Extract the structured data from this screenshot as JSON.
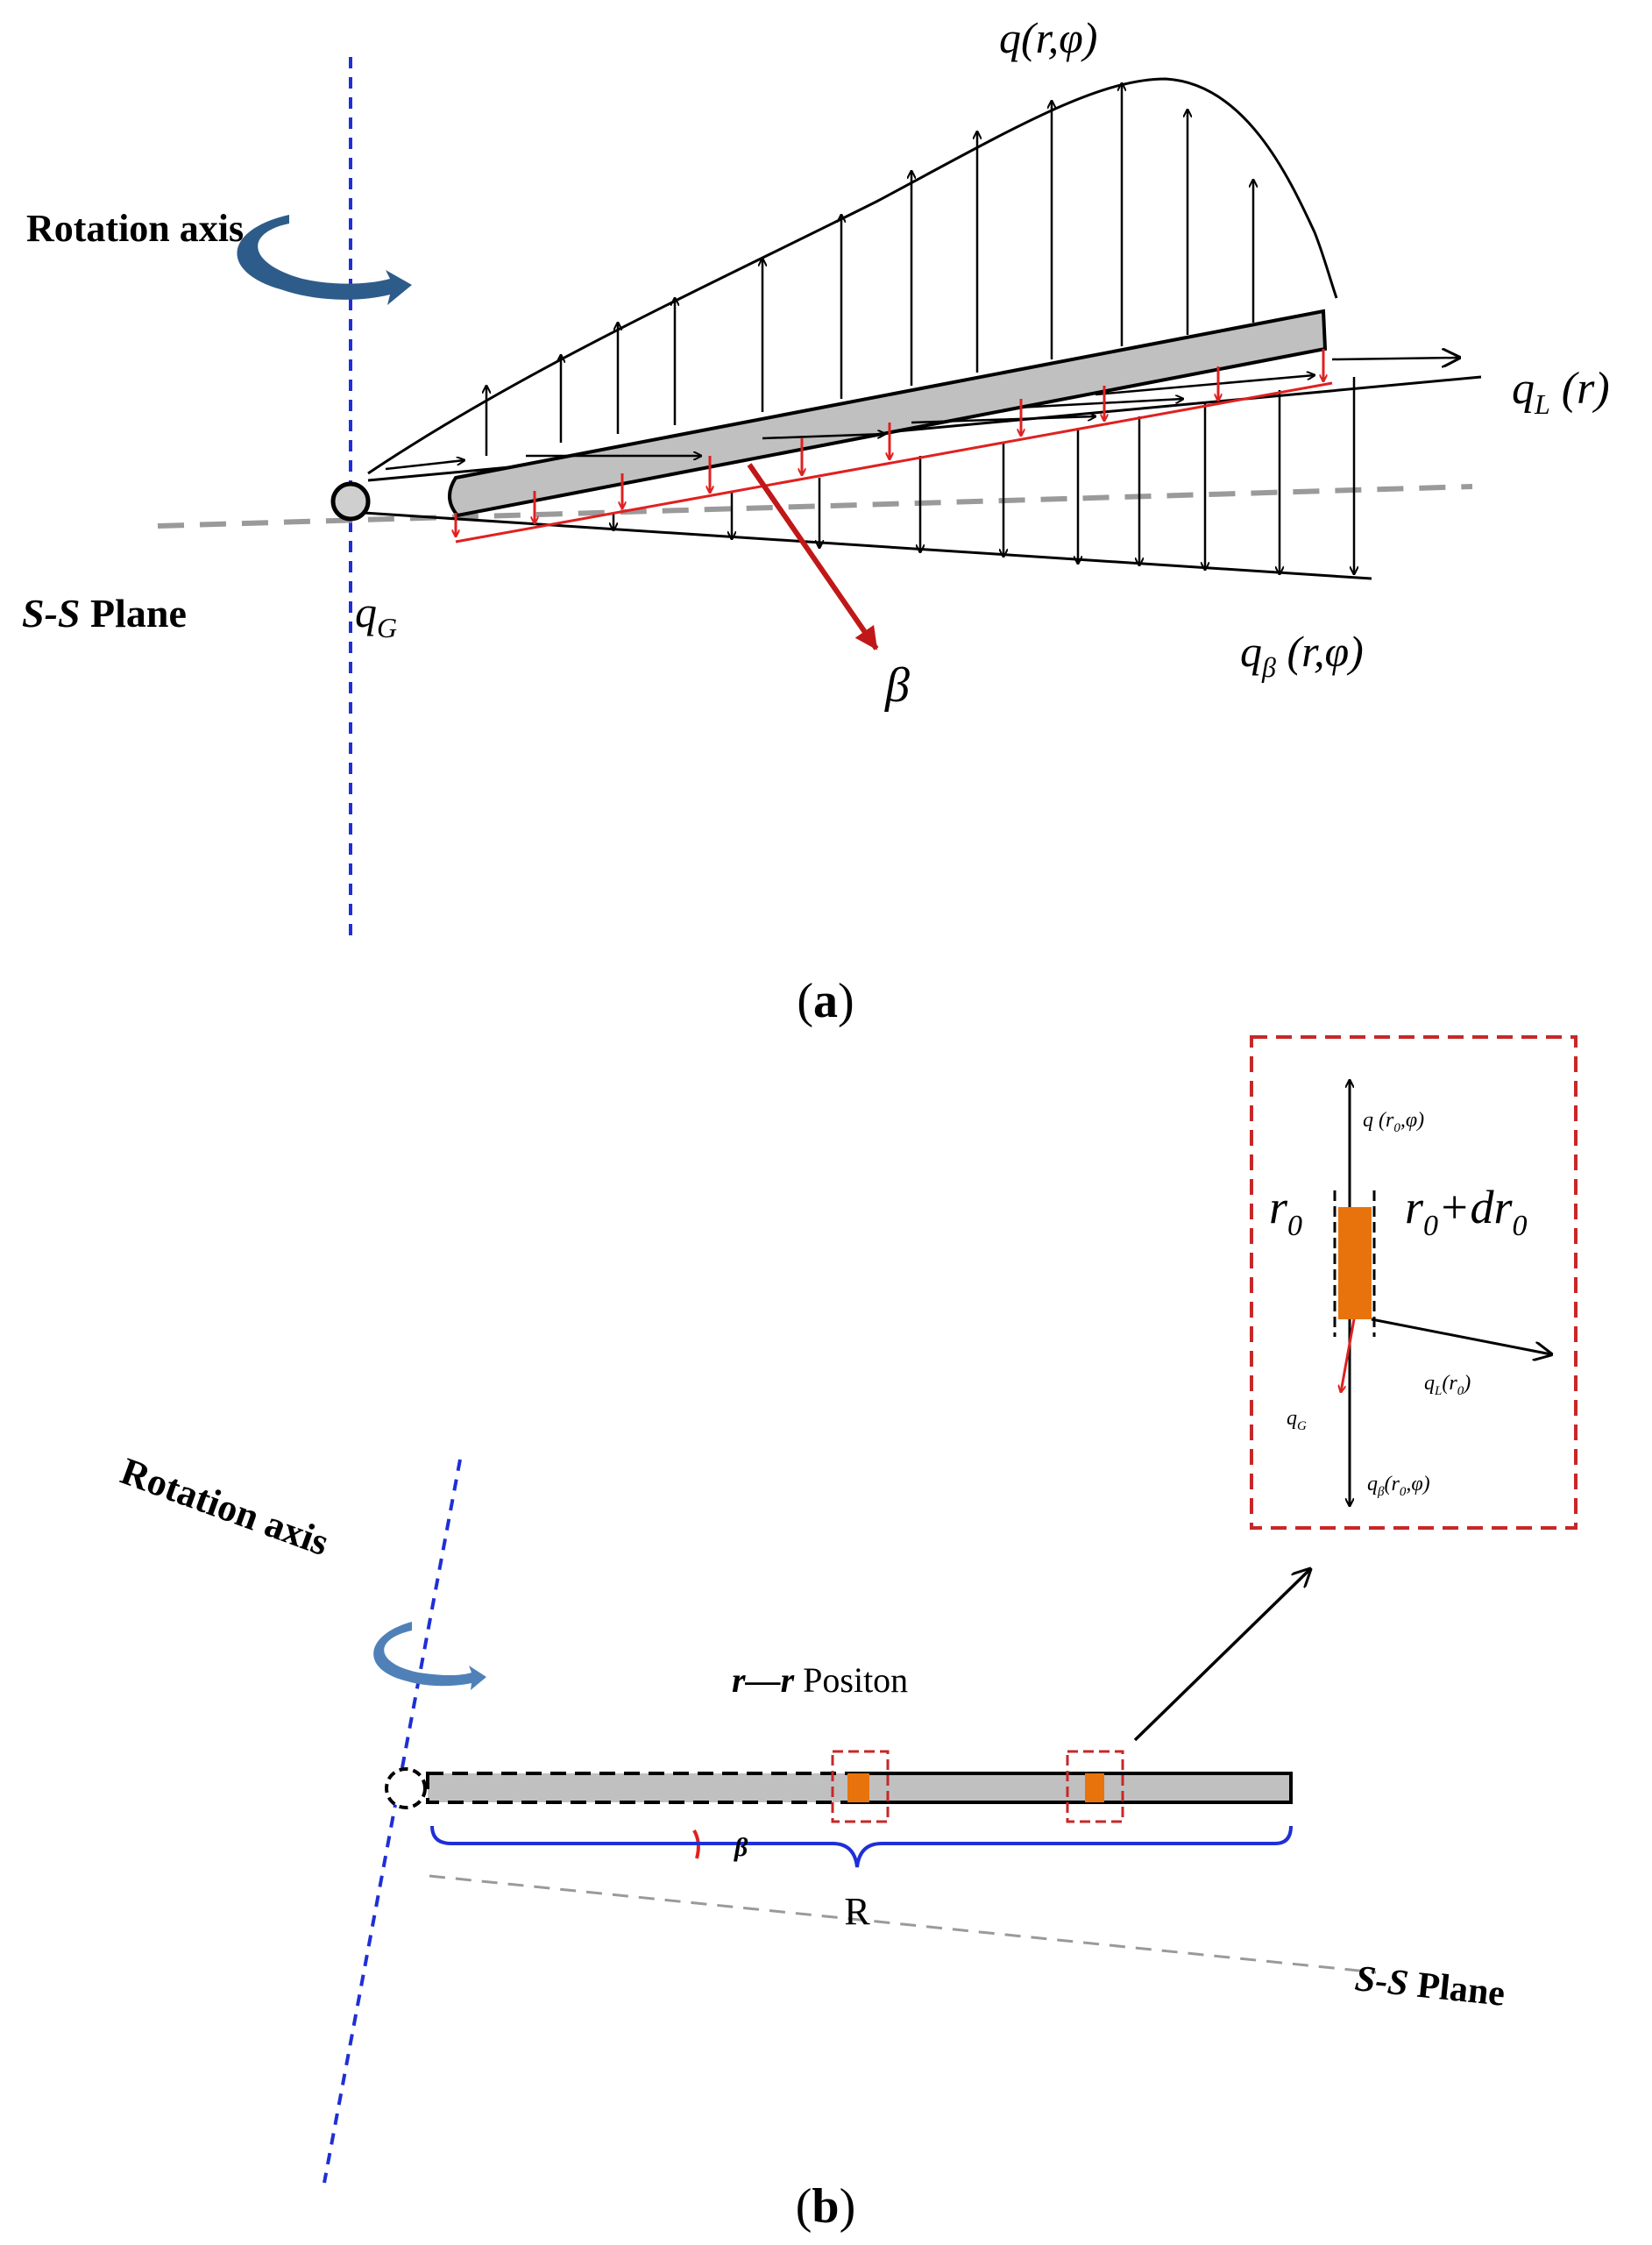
{
  "panel_a": {
    "caption_open": "(",
    "caption_letter": "a",
    "caption_close": ")",
    "rotation_axis_label": "Rotation axis",
    "plane_label_ital": "S-S",
    "plane_label_rest": " Plane",
    "gravity_q": "q",
    "gravity_sub": "G",
    "lift_q": "q",
    "lift_sub": "L",
    "lift_args": " (r)",
    "total_label": "q(r,φ)",
    "flap_q": "q",
    "flap_sub": "β",
    "flap_args": " (r,φ)",
    "beta_label": "β"
  },
  "panel_b": {
    "caption_open": "(",
    "caption_letter": "b",
    "caption_close": ")",
    "rotation_axis_label": "Rotation axis",
    "plane_label_ital": "S-S",
    "plane_label_rest": " Plane",
    "position_label_bold": "r—r",
    "position_label_rest": " Positon",
    "radius_label": "R",
    "beta_label": "β",
    "inset": {
      "r0_label": "r",
      "r0_sub": "0",
      "r0dr_a": "r",
      "r0dr_a_sub": "0",
      "r0dr_b": "+dr",
      "r0dr_b_sub": "0",
      "q_top": "q (r",
      "q_top_sub": "0",
      "q_top_end": ",φ)",
      "qL": "q",
      "qL_sub": "L",
      "qL_args": "(r",
      "qL_args_sub": "0",
      "qL_end": ")",
      "qG": "q",
      "qG_sub": "G",
      "qbeta": "q",
      "qbeta_sub": "β",
      "qbeta_args": "(r",
      "qbeta_args_sub": "0",
      "qbeta_end": ",φ)"
    }
  },
  "colors": {
    "axis_blue": "#1f2fd6",
    "rotation_arrow": "#2e5c8a",
    "force_red": "#e02020",
    "beta_arrow": "#c01818",
    "blade_gray": "#c0c0c0",
    "element_orange": "#e8730c",
    "inset_border": "#c62828",
    "bracket_blue": "#1f2fd6",
    "plane_gray": "#9a9a9a"
  }
}
